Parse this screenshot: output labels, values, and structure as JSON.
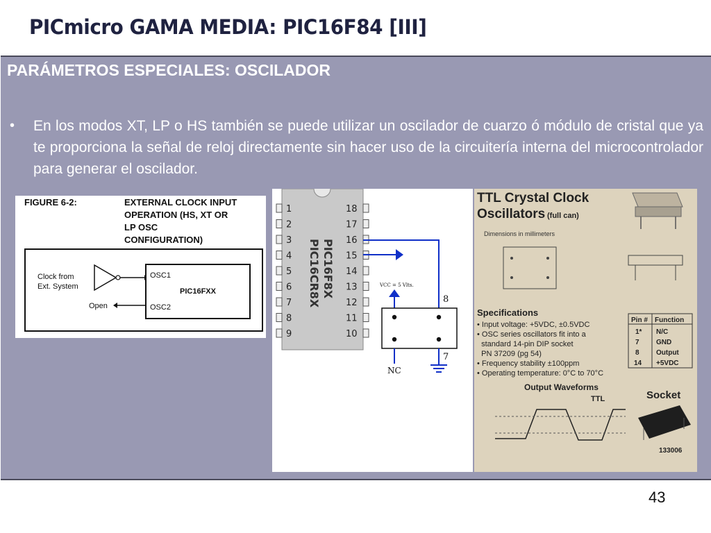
{
  "slide": {
    "title": "PICmicro GAMA MEDIA: PIC16F84 [III]",
    "section_heading": "PARÁMETROS ESPECIALES: OSCILADOR",
    "bullet_mark": "•",
    "bullet_text": "En los modos XT, LP o HS también se puede utilizar un oscilador de cuarzo ó módulo de cristal que ya te proporciona la señal de reloj directamente sin hacer uso de la circuitería interna del microcontrolador para generar el oscilador.",
    "page_number": "43"
  },
  "figure_6_2": {
    "label": "FIGURE 6-2:",
    "title_lines": [
      "EXTERNAL CLOCK INPUT",
      "OPERATION   (HS, XT OR",
      "LP OSC",
      "CONFIGURATION)"
    ],
    "clock_from_lines": [
      "Clock from",
      "Ext. System"
    ],
    "open_label": "Open",
    "osc1": "OSC1",
    "osc2": "OSC2",
    "chip": "PIC16FXX"
  },
  "chip_diagram": {
    "left_pins": [
      "1",
      "2",
      "3",
      "4",
      "5",
      "6",
      "7",
      "8",
      "9"
    ],
    "right_pins": [
      "18",
      "17",
      "16",
      "15",
      "14",
      "13",
      "12",
      "11",
      "10"
    ],
    "chip_names": [
      "PIC16F8X",
      "PIC16CR8X"
    ],
    "vcc_label": "VCC = 5 Vlts.",
    "pin8": "8",
    "pin7": "7",
    "nc": "NC",
    "colors": {
      "wire": "#1030c8",
      "chip_body": "#c8c8c8"
    }
  },
  "datasheet": {
    "title_lines": [
      "TTL Crystal Clock",
      "Oscillators"
    ],
    "title_suffix": "(full can)",
    "dimensions_label": "Dimensions in millimeters",
    "spec_heading": "Specifications",
    "specs": [
      "• Input voltage: +5VDC, ±0.5VDC",
      "• OSC series oscillators fit into a",
      "  standard 14-pin DIP socket",
      "  PN 37209 (pg 54)",
      "• Frequency stability ±100ppm",
      "• Operating temperature: 0°C to 70°C"
    ],
    "pin_table": {
      "headers": [
        "Pin #",
        "Function"
      ],
      "rows": [
        [
          "1*",
          "N/C"
        ],
        [
          "7",
          "GND"
        ],
        [
          "8",
          "Output"
        ],
        [
          "14",
          "+5VDC"
        ]
      ]
    },
    "waveform_heading": "Output Waveforms",
    "ttl_label": "TTL",
    "socket_label": "Socket",
    "part_number": "133006"
  }
}
